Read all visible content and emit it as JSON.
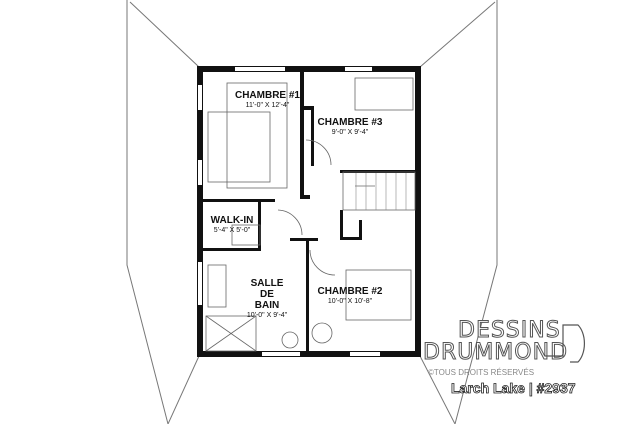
{
  "rooms": [
    {
      "name": "CHAMBRE #1",
      "dims": "11'-0\" X 12'-4\""
    },
    {
      "name": "CHAMBRE #3",
      "dims": "9'-0\" X 9'-4\""
    },
    {
      "name": "WALK-IN",
      "dims": "5'-4\" X 5'-0\""
    },
    {
      "name": "SALLE DE BAIN",
      "dims": "10'-0\" X 9'-4\""
    },
    {
      "name": "CHAMBRE #2",
      "dims": "10'-0\" X 10'-8\""
    }
  ],
  "logo": {
    "line1": "DESSINS",
    "line2": "DRUMMOND",
    "rights": "©TOUS DROITS RÉSERVÉS"
  },
  "plan_label": "Larch Lake | #2937"
}
